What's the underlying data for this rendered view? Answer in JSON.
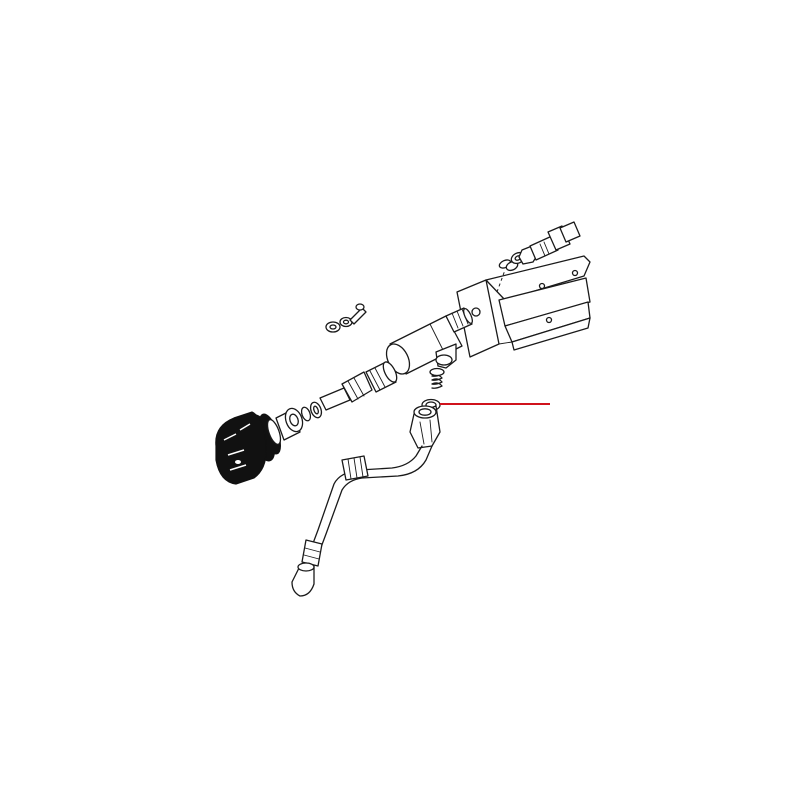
{
  "diagram": {
    "type": "exploded-parts-view",
    "line_color": "#1a1a1a",
    "highlight_color": "#d0131c",
    "background": "#ffffff",
    "parts": [
      "control-knob",
      "spacer-bushing",
      "o-ring",
      "valve-spindle",
      "valve-body",
      "threaded-nipple",
      "mounting-bracket",
      "bracket-fittings",
      "screw-with-washer",
      "spring",
      "seal-ring",
      "hose-union",
      "steam-pipe",
      "steam-nozzle-tip"
    ],
    "leader_lines": [
      {
        "target": "seal-ring",
        "color": "#d0131c"
      }
    ]
  }
}
